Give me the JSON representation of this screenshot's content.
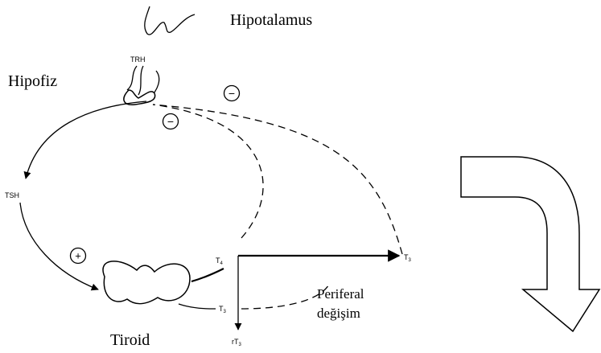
{
  "labels": {
    "hypothalamus": "Hipotalamus",
    "pituitary": "Hipofiz",
    "thyroid": "Tiroid",
    "peripheral_line1": "Periferal",
    "peripheral_line2": "değişim"
  },
  "hormones": {
    "trh": "TRH",
    "tsh": "TSH",
    "t4_base": "T",
    "t4_sub": "4",
    "t3_base": "T",
    "t3_sub": "3",
    "rt3_base": "rT",
    "rt3_sub": "3"
  },
  "signs": {
    "negative": "−",
    "positive": "+"
  }
}
